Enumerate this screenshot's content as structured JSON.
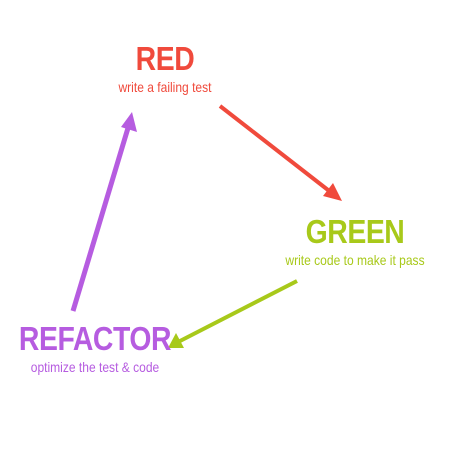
{
  "colors": {
    "red": "#f04a3c",
    "green": "#a8c91a",
    "refactor": "#b65ce0"
  },
  "nodes": {
    "red": {
      "title": "RED",
      "subtitle": "write a failing test"
    },
    "green": {
      "title": "GREEN",
      "subtitle": "write code to make it pass"
    },
    "refactor": {
      "title": "REFACTOR",
      "subtitle": "optimize the test & code"
    }
  },
  "arrows": [
    {
      "from": "RED",
      "to": "GREEN",
      "color": "#f04a3c"
    },
    {
      "from": "GREEN",
      "to": "REFACTOR",
      "color": "#a8c91a"
    },
    {
      "from": "REFACTOR",
      "to": "RED",
      "color": "#b65ce0"
    }
  ]
}
